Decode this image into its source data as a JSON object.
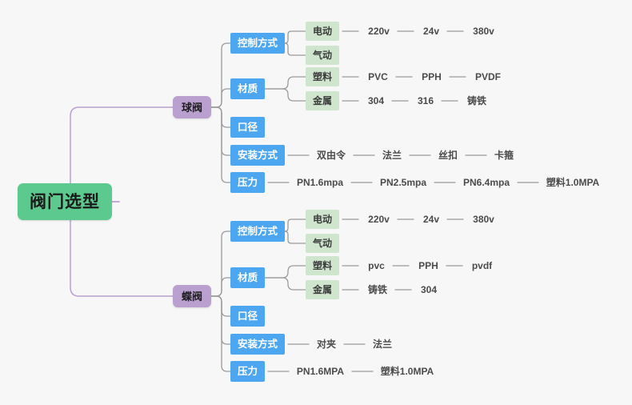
{
  "diagram": {
    "type": "mind-map",
    "background_color": "#f7f7f7",
    "colors": {
      "root": "#5cc98e",
      "branch": "#b9a0ce",
      "category": "#4da6f0",
      "subnode": "#cfe5cd",
      "leaf_text": "#4b4b4b",
      "root_link": "#b9a0ce",
      "link": "#9a9a9a"
    },
    "root": {
      "label": "阀门选型"
    },
    "branches": [
      {
        "label": "球阀",
        "categories": [
          {
            "label": "控制方式",
            "subnodes": [
              {
                "label": "电动",
                "leaves": [
                  "220v",
                  "24v",
                  "380v"
                ]
              },
              {
                "label": "气动",
                "leaves": []
              }
            ],
            "leaves": []
          },
          {
            "label": "材质",
            "subnodes": [
              {
                "label": "塑料",
                "leaves": [
                  "PVC",
                  "PPH",
                  "PVDF"
                ]
              },
              {
                "label": "金属",
                "leaves": [
                  "304",
                  "316",
                  "铸铁"
                ]
              }
            ],
            "leaves": []
          },
          {
            "label": "口径",
            "subnodes": [],
            "leaves": []
          },
          {
            "label": "安装方式",
            "subnodes": [],
            "leaves": [
              "双由令",
              "法兰",
              "丝扣",
              "卡箍"
            ]
          },
          {
            "label": "压力",
            "subnodes": [],
            "leaves": [
              "PN1.6mpa",
              "PN2.5mpa",
              "PN6.4mpa",
              "塑料1.0MPA"
            ]
          }
        ]
      },
      {
        "label": "蝶阀",
        "categories": [
          {
            "label": "控制方式",
            "subnodes": [
              {
                "label": "电动",
                "leaves": [
                  "220v",
                  "24v",
                  "380v"
                ]
              },
              {
                "label": "气动",
                "leaves": []
              }
            ],
            "leaves": []
          },
          {
            "label": "材质",
            "subnodes": [
              {
                "label": "塑料",
                "leaves": [
                  "pvc",
                  "PPH",
                  "pvdf"
                ]
              },
              {
                "label": "金属",
                "leaves": [
                  "铸铁",
                  "304"
                ]
              }
            ],
            "leaves": []
          },
          {
            "label": "口径",
            "subnodes": [],
            "leaves": []
          },
          {
            "label": "安装方式",
            "subnodes": [],
            "leaves": [
              "对夹",
              "法兰"
            ]
          },
          {
            "label": "压力",
            "subnodes": [],
            "leaves": [
              "PN1.6MPA",
              "塑料1.0MPA"
            ]
          }
        ]
      }
    ]
  }
}
